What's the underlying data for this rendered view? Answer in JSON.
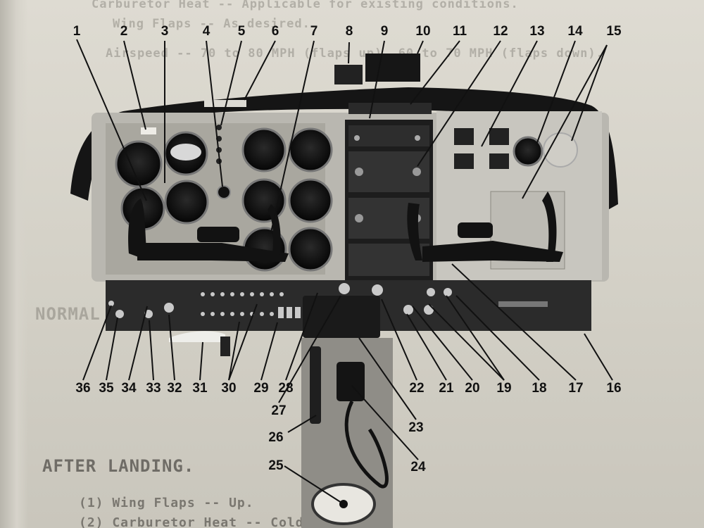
{
  "manual_text": {
    "line_a": "Carburetor Heat -- Applicable for existing conditions.",
    "line_b": "Wing Flaps -- As desired.",
    "line_c": "Airspeed -- 70 to 80 MPH (flaps up), 60 to 70 MPH (flaps down).",
    "section_normal": "NORMAL",
    "section_after_landing": "AFTER LANDING.",
    "step_1": "(1)  Wing Flaps -- Up.",
    "step_2": "(2)  Carburetor Heat -- Cold."
  },
  "callouts": [
    "1",
    "2",
    "3",
    "4",
    "5",
    "6",
    "7",
    "8",
    "9",
    "10",
    "11",
    "12",
    "13",
    "14",
    "15",
    "16",
    "17",
    "18",
    "19",
    "20",
    "21",
    "22",
    "23",
    "24",
    "25",
    "26",
    "27",
    "28",
    "29",
    "30",
    "31",
    "32",
    "33",
    "34",
    "35",
    "36"
  ]
}
